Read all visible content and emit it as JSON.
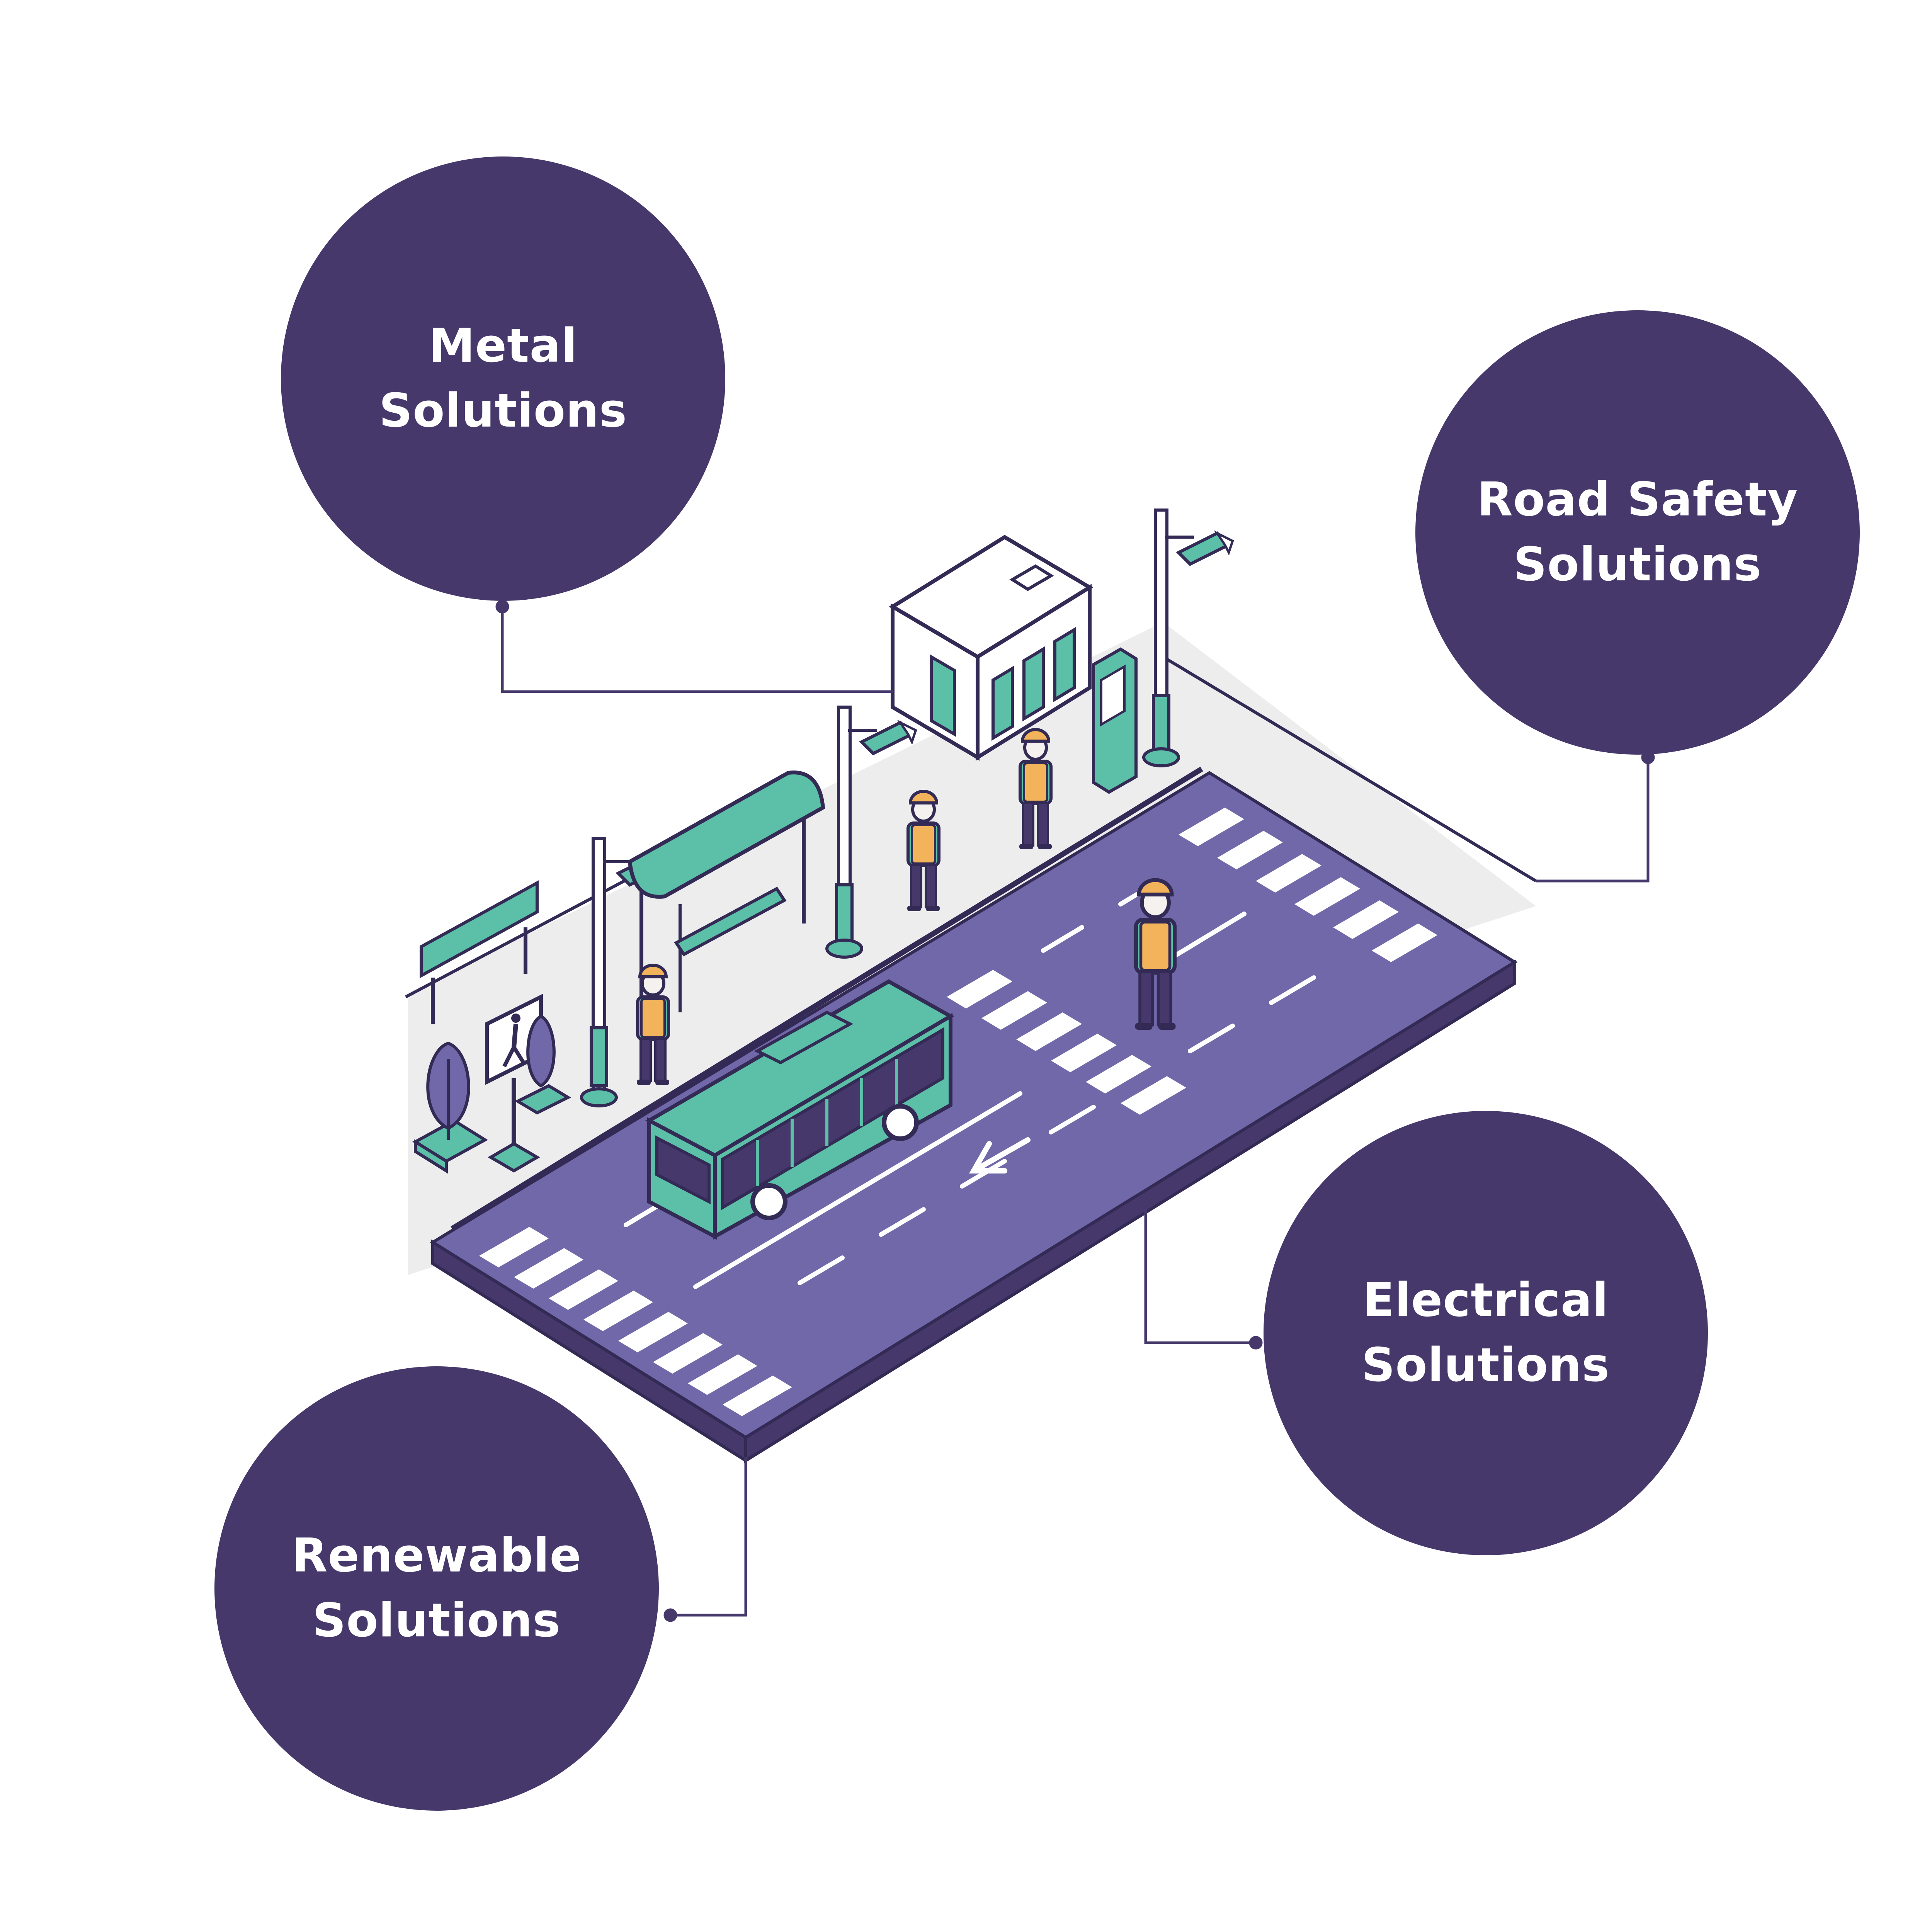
{
  "callouts": {
    "metal": {
      "line1": "Metal",
      "line2": "Solutions"
    },
    "road_safety": {
      "line1": "Road Safety",
      "line2": "Solutions"
    },
    "electrical": {
      "line1": "Electrical",
      "line2": "Solutions"
    },
    "renewable": {
      "line1": "Renewable",
      "line2": "Solutions"
    }
  },
  "colors": {
    "callout_fill": "#46386b",
    "road": "#7068a8",
    "teal": "#5cbfa8",
    "outline": "#332a55",
    "sidewalk": "#ededed",
    "vest": "#f2b35a"
  },
  "icons": [
    "bus-icon",
    "bus-shelter-icon",
    "cctv-camera-icon",
    "pedestrian-sign-icon",
    "guard-booth-icon",
    "ticket-machine-icon",
    "worker-icon",
    "tree-icon",
    "billboard-icon"
  ]
}
